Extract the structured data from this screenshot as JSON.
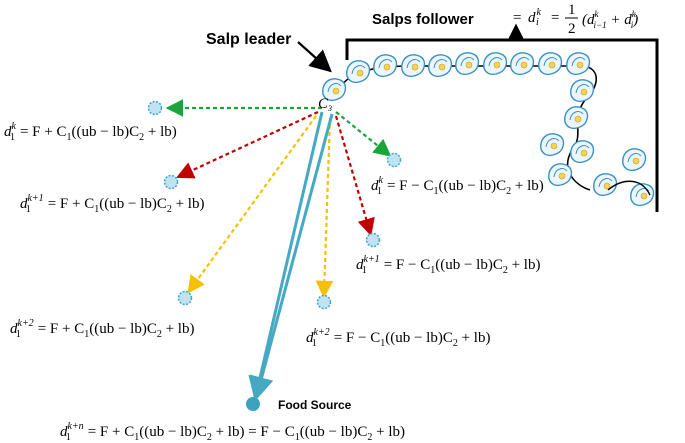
{
  "labels": {
    "leader": "Salp leader",
    "follower": "Salps follower",
    "food": "Food Source",
    "c3": "C",
    "c3_sub": "3"
  },
  "follower_eq": {
    "lhs": "d",
    "sup": "k",
    "sub": "i",
    "eq": "=",
    "num": "1",
    "den": "2",
    "body": "(d",
    "body_sup1": "k",
    "body_sub1": "i−1",
    "plus": " + d",
    "body_sup2": "k",
    "body_sub2": "i",
    "close": ")"
  },
  "equations": {
    "left_k": {
      "sup": "k",
      "rhs": "= F + C",
      "rhs2": "((ub − lb)C",
      "rhs3": " + lb)"
    },
    "left_k1": {
      "sup": "k+1",
      "rhs": "= F + C",
      "rhs2": "((ub − lb)C",
      "rhs3": " + lb)"
    },
    "left_k2": {
      "sup": "k+2",
      "rhs": "= F + C",
      "rhs2": "((ub − lb)C",
      "rhs3": " + lb)"
    },
    "right_k": {
      "sup": "k",
      "rhs": "= F − C",
      "rhs2": "((ub − lb)C",
      "rhs3": " + lb)"
    },
    "right_k1": {
      "sup": "k+1",
      "rhs": "= F − C",
      "rhs2": "((ub − lb)C",
      "rhs3": " + lb)"
    },
    "right_k2": {
      "sup": "k+2",
      "rhs": "= F − C",
      "rhs2": "((ub − lb)C",
      "rhs3": " + lb)"
    },
    "bottom": {
      "sup": "k+n",
      "rhs": "= F + C",
      "rhs2": "((ub − lb)C",
      "rhs3": " + lb) = F − C",
      "rhs4": "((ub − lb)C",
      "rhs5": " + lb)"
    }
  },
  "colors": {
    "green": "#1aa53a",
    "red": "#c00000",
    "yellow": "#f5c000",
    "teal": "#45a9c3",
    "node_fill": "#bfe3f1",
    "node_stroke": "#3aa6d6",
    "food": "#3aa4bf"
  }
}
